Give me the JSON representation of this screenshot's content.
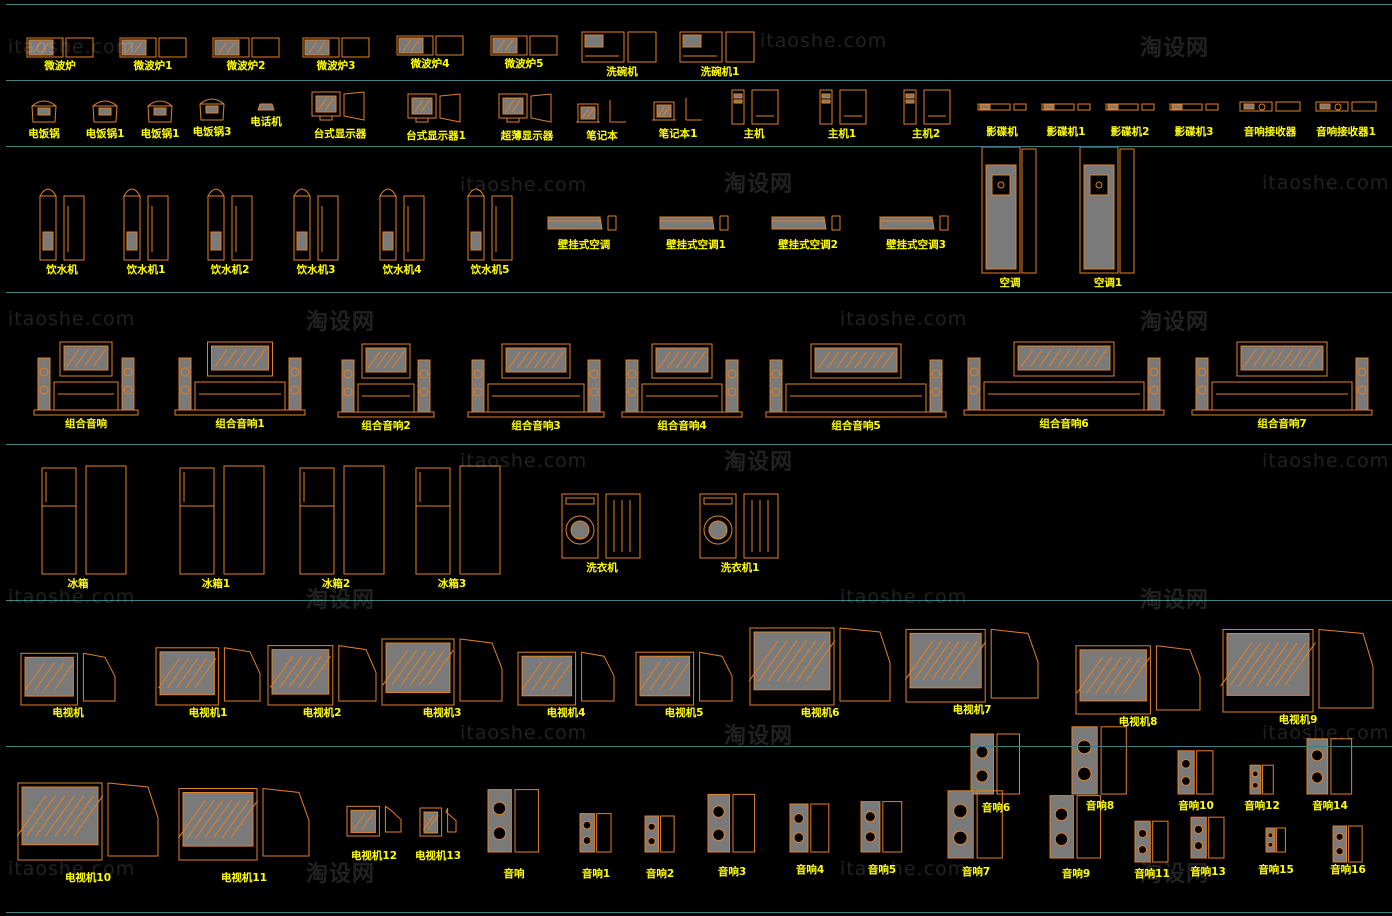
{
  "watermark": {
    "site": "itaoshe.com",
    "brand": "淘设网"
  },
  "colors": {
    "background": "#000000",
    "outline": "#e0822a",
    "fill": "#7a7a7a",
    "label": "#ffff00",
    "separator": "#3f7f84"
  },
  "rows": [
    {
      "items": [
        {
          "label": "微波炉",
          "shape": "microwave-icon"
        },
        {
          "label": "微波炉1",
          "shape": "microwave-icon"
        },
        {
          "label": "微波炉2",
          "shape": "microwave-icon"
        },
        {
          "label": "微波炉3",
          "shape": "microwave-icon"
        },
        {
          "label": "微波炉4",
          "shape": "microwave-icon"
        },
        {
          "label": "微波炉5",
          "shape": "microwave-icon"
        },
        {
          "label": "洗碗机",
          "shape": "dishwasher-icon"
        },
        {
          "label": "洗碗机1",
          "shape": "dishwasher-icon"
        }
      ]
    },
    {
      "items": [
        {
          "label": "电饭锅",
          "shape": "rice-cooker-icon"
        },
        {
          "label": "电饭锅1",
          "shape": "rice-cooker-icon"
        },
        {
          "label": "电饭锅1",
          "shape": "rice-cooker-icon"
        },
        {
          "label": "电饭锅3",
          "shape": "rice-cooker-icon"
        },
        {
          "label": "电话机",
          "shape": "telephone-icon"
        },
        {
          "label": "台式显示器",
          "shape": "monitor-icon"
        },
        {
          "label": "台式显示器1",
          "shape": "monitor-icon"
        },
        {
          "label": "超薄显示器",
          "shape": "monitor-icon"
        },
        {
          "label": "笔记本",
          "shape": "laptop-icon"
        },
        {
          "label": "笔记本1",
          "shape": "laptop-icon"
        },
        {
          "label": "主机",
          "shape": "pc-tower-icon"
        },
        {
          "label": "主机1",
          "shape": "pc-tower-icon"
        },
        {
          "label": "主机2",
          "shape": "pc-tower-icon"
        },
        {
          "label": "影碟机",
          "shape": "dvd-player-icon"
        },
        {
          "label": "影碟机1",
          "shape": "dvd-player-icon"
        },
        {
          "label": "影碟机2",
          "shape": "dvd-player-icon"
        },
        {
          "label": "影碟机3",
          "shape": "dvd-player-icon"
        },
        {
          "label": "音响接收器",
          "shape": "receiver-icon"
        },
        {
          "label": "音响接收器1",
          "shape": "receiver-icon"
        }
      ]
    },
    {
      "items": [
        {
          "label": "饮水机",
          "shape": "water-dispenser-icon"
        },
        {
          "label": "饮水机1",
          "shape": "water-dispenser-icon"
        },
        {
          "label": "饮水机2",
          "shape": "water-dispenser-icon"
        },
        {
          "label": "饮水机3",
          "shape": "water-dispenser-icon"
        },
        {
          "label": "饮水机4",
          "shape": "water-dispenser-icon"
        },
        {
          "label": "饮水机5",
          "shape": "water-dispenser-icon"
        },
        {
          "label": "壁挂式空调",
          "shape": "wall-ac-icon"
        },
        {
          "label": "壁挂式空调1",
          "shape": "wall-ac-icon"
        },
        {
          "label": "壁挂式空调2",
          "shape": "wall-ac-icon"
        },
        {
          "label": "壁挂式空调3",
          "shape": "wall-ac-icon"
        },
        {
          "label": "空调",
          "shape": "floor-ac-icon"
        },
        {
          "label": "空调1",
          "shape": "floor-ac-icon"
        }
      ]
    },
    {
      "items": [
        {
          "label": "组合音响",
          "shape": "home-theater-icon"
        },
        {
          "label": "组合音响1",
          "shape": "home-theater-icon"
        },
        {
          "label": "组合音响2",
          "shape": "home-theater-icon"
        },
        {
          "label": "组合音响3",
          "shape": "home-theater-icon"
        },
        {
          "label": "组合音响4",
          "shape": "home-theater-icon"
        },
        {
          "label": "组合音响5",
          "shape": "home-theater-icon"
        },
        {
          "label": "组合音响6",
          "shape": "home-theater-icon"
        },
        {
          "label": "组合音响7",
          "shape": "home-theater-icon"
        }
      ]
    },
    {
      "items": [
        {
          "label": "冰箱",
          "shape": "refrigerator-icon"
        },
        {
          "label": "冰箱1",
          "shape": "refrigerator-icon"
        },
        {
          "label": "冰箱2",
          "shape": "refrigerator-icon"
        },
        {
          "label": "冰箱3",
          "shape": "refrigerator-icon"
        },
        {
          "label": "洗衣机",
          "shape": "washing-machine-icon"
        },
        {
          "label": "洗衣机1",
          "shape": "washing-machine-icon"
        }
      ]
    },
    {
      "items": [
        {
          "label": "电视机",
          "shape": "tv-icon"
        },
        {
          "label": "电视机1",
          "shape": "tv-icon"
        },
        {
          "label": "电视机2",
          "shape": "tv-icon"
        },
        {
          "label": "电视机3",
          "shape": "tv-icon"
        },
        {
          "label": "电视机4",
          "shape": "tv-icon"
        },
        {
          "label": "电视机5",
          "shape": "tv-icon"
        },
        {
          "label": "电视机6",
          "shape": "tv-icon"
        },
        {
          "label": "电视机7",
          "shape": "tv-icon"
        },
        {
          "label": "电视机8",
          "shape": "tv-icon"
        },
        {
          "label": "电视机9",
          "shape": "tv-icon"
        }
      ]
    },
    {
      "items": [
        {
          "label": "电视机10",
          "shape": "tv-icon"
        },
        {
          "label": "电视机11",
          "shape": "tv-icon"
        },
        {
          "label": "电视机12",
          "shape": "tv-icon"
        },
        {
          "label": "电视机13",
          "shape": "tv-icon"
        },
        {
          "label": "音响",
          "shape": "speaker-icon"
        },
        {
          "label": "音响1",
          "shape": "speaker-icon"
        },
        {
          "label": "音响2",
          "shape": "speaker-icon"
        },
        {
          "label": "音响3",
          "shape": "speaker-icon"
        },
        {
          "label": "音响4",
          "shape": "speaker-icon"
        },
        {
          "label": "音响5",
          "shape": "speaker-icon"
        },
        {
          "label": "音响6",
          "shape": "speaker-icon"
        },
        {
          "label": "音响8",
          "shape": "speaker-icon"
        },
        {
          "label": "音响10",
          "shape": "speaker-icon"
        },
        {
          "label": "音响12",
          "shape": "speaker-icon"
        },
        {
          "label": "音响14",
          "shape": "speaker-icon"
        },
        {
          "label": "音响7",
          "shape": "speaker-icon"
        },
        {
          "label": "音响9",
          "shape": "speaker-icon"
        },
        {
          "label": "音响11",
          "shape": "speaker-icon"
        },
        {
          "label": "音响13",
          "shape": "speaker-icon"
        },
        {
          "label": "音响15",
          "shape": "speaker-icon"
        },
        {
          "label": "音响16",
          "shape": "speaker-icon"
        }
      ]
    }
  ]
}
